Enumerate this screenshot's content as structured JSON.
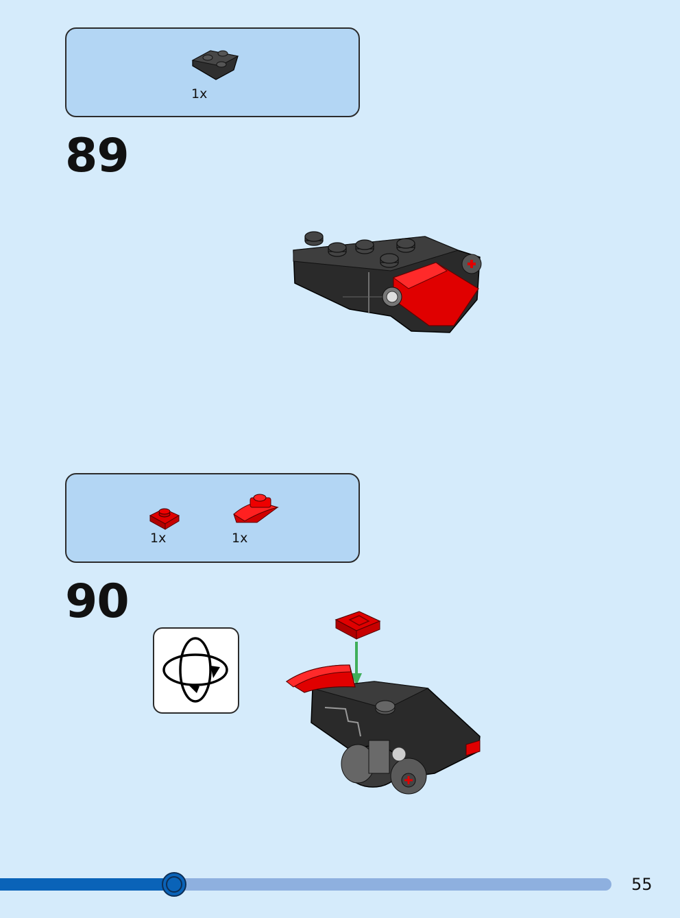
{
  "steps": [
    {
      "number": "89",
      "parts": [
        {
          "name": "dark-grey-wedge-plate",
          "quantity": "1x"
        }
      ]
    },
    {
      "number": "90",
      "parts": [
        {
          "name": "red-plate-1x1",
          "quantity": "1x"
        },
        {
          "name": "red-curved-slope",
          "quantity": "1x"
        }
      ],
      "rotate_icon": "rotate-model-icon"
    }
  ],
  "progress": {
    "fraction": 0.285
  },
  "page_number": "55",
  "colors": {
    "page_bg": "#d5ebfb",
    "parts_box_bg": "#b3d6f4",
    "progress_fill": "#0a63b8",
    "progress_track": "#8eb0df",
    "brick_red": "#e00000",
    "brick_dark": "#333333",
    "arrow_green": "#3fae5a"
  }
}
